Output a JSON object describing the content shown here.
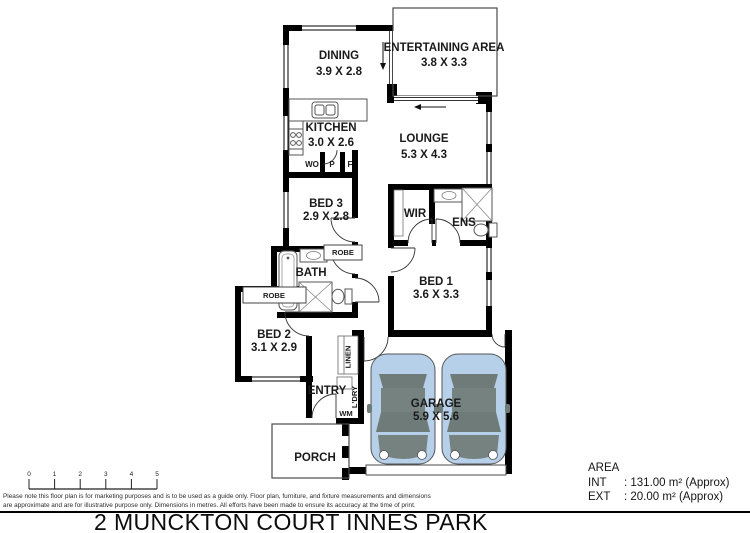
{
  "footer": {
    "title": "2 MUNCKTON COURT INNES PARK",
    "disclaimer_line1": "Please note this floor plan is for marketing purposes and is to be used as a guide only. Floor plan, furniture, and fixture measurements and dimensions",
    "disclaimer_line2": "are approximate and are for illustrative purpose only. Dimensions in metres. All efforts have been made to ensure its accuracy at the time of print."
  },
  "area": {
    "heading": "AREA",
    "int_label": "INT",
    "int_value": ": 131.00 m² (Approx)",
    "ext_label": "EXT",
    "ext_value": ": 20.00 m² (Approx)"
  },
  "scale": {
    "ticks": [
      "0",
      "1",
      "2",
      "3",
      "4",
      "5"
    ]
  },
  "rooms": {
    "dining": {
      "name": "DINING",
      "dims": "3.9 X 2.8"
    },
    "entertaining": {
      "name": "ENTERTAINING AREA",
      "dims": "3.8 X 3.3"
    },
    "kitchen": {
      "name": "KITCHEN",
      "dims": "3.0 X 2.6"
    },
    "lounge": {
      "name": "LOUNGE",
      "dims": "5.3 X 4.3"
    },
    "bed3": {
      "name": "BED 3",
      "dims": "2.9 X 2.8"
    },
    "bed1": {
      "name": "BED 1",
      "dims": "3.6 X 3.3"
    },
    "bed2": {
      "name": "BED 2",
      "dims": "3.1 X 2.9"
    },
    "garage": {
      "name": "GARAGE",
      "dims": "5.9 X 5.6"
    },
    "bath": {
      "name": "BATH"
    },
    "wir": {
      "name": "WIR"
    },
    "ens": {
      "name": "ENS"
    },
    "entry": {
      "name": "ENTRY"
    },
    "porch": {
      "name": "PORCH"
    }
  },
  "fixtures": {
    "robe_bed3": "ROBE",
    "robe_bed2": "ROBE",
    "linen": "LINEN",
    "ldry": "L'DRY",
    "wm": "WM",
    "wo": "WO",
    "p": "P",
    "f": "F"
  },
  "colors": {
    "wall": "#000000",
    "outline": "#4a4a4a",
    "car_body": "#b6d0ea",
    "car_glass": "#6f7b78"
  }
}
